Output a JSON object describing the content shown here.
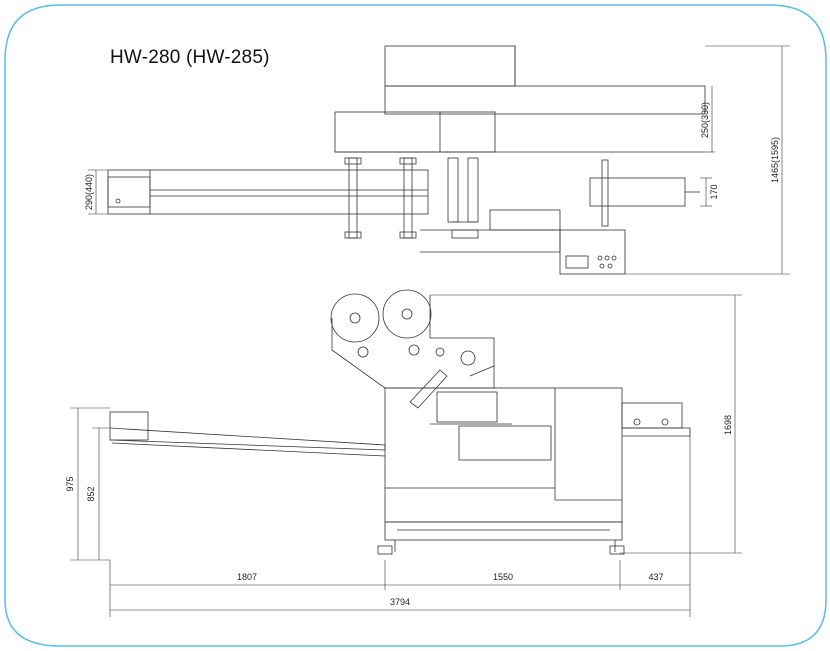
{
  "title": "HW-280 (HW-285)",
  "frame_color": "#5bbde0",
  "dimensions": {
    "top_view_inner_height": "250(330)",
    "top_view_total_height": "1465(1595)",
    "infeed_width": "290(440)",
    "roll_section": "170",
    "side_total_height": "1698",
    "infeed_height_975": "975",
    "infeed_height_852": "852",
    "length_infeed": "1807",
    "length_body": "1550",
    "length_outfeed": "437",
    "length_total": "3794"
  }
}
